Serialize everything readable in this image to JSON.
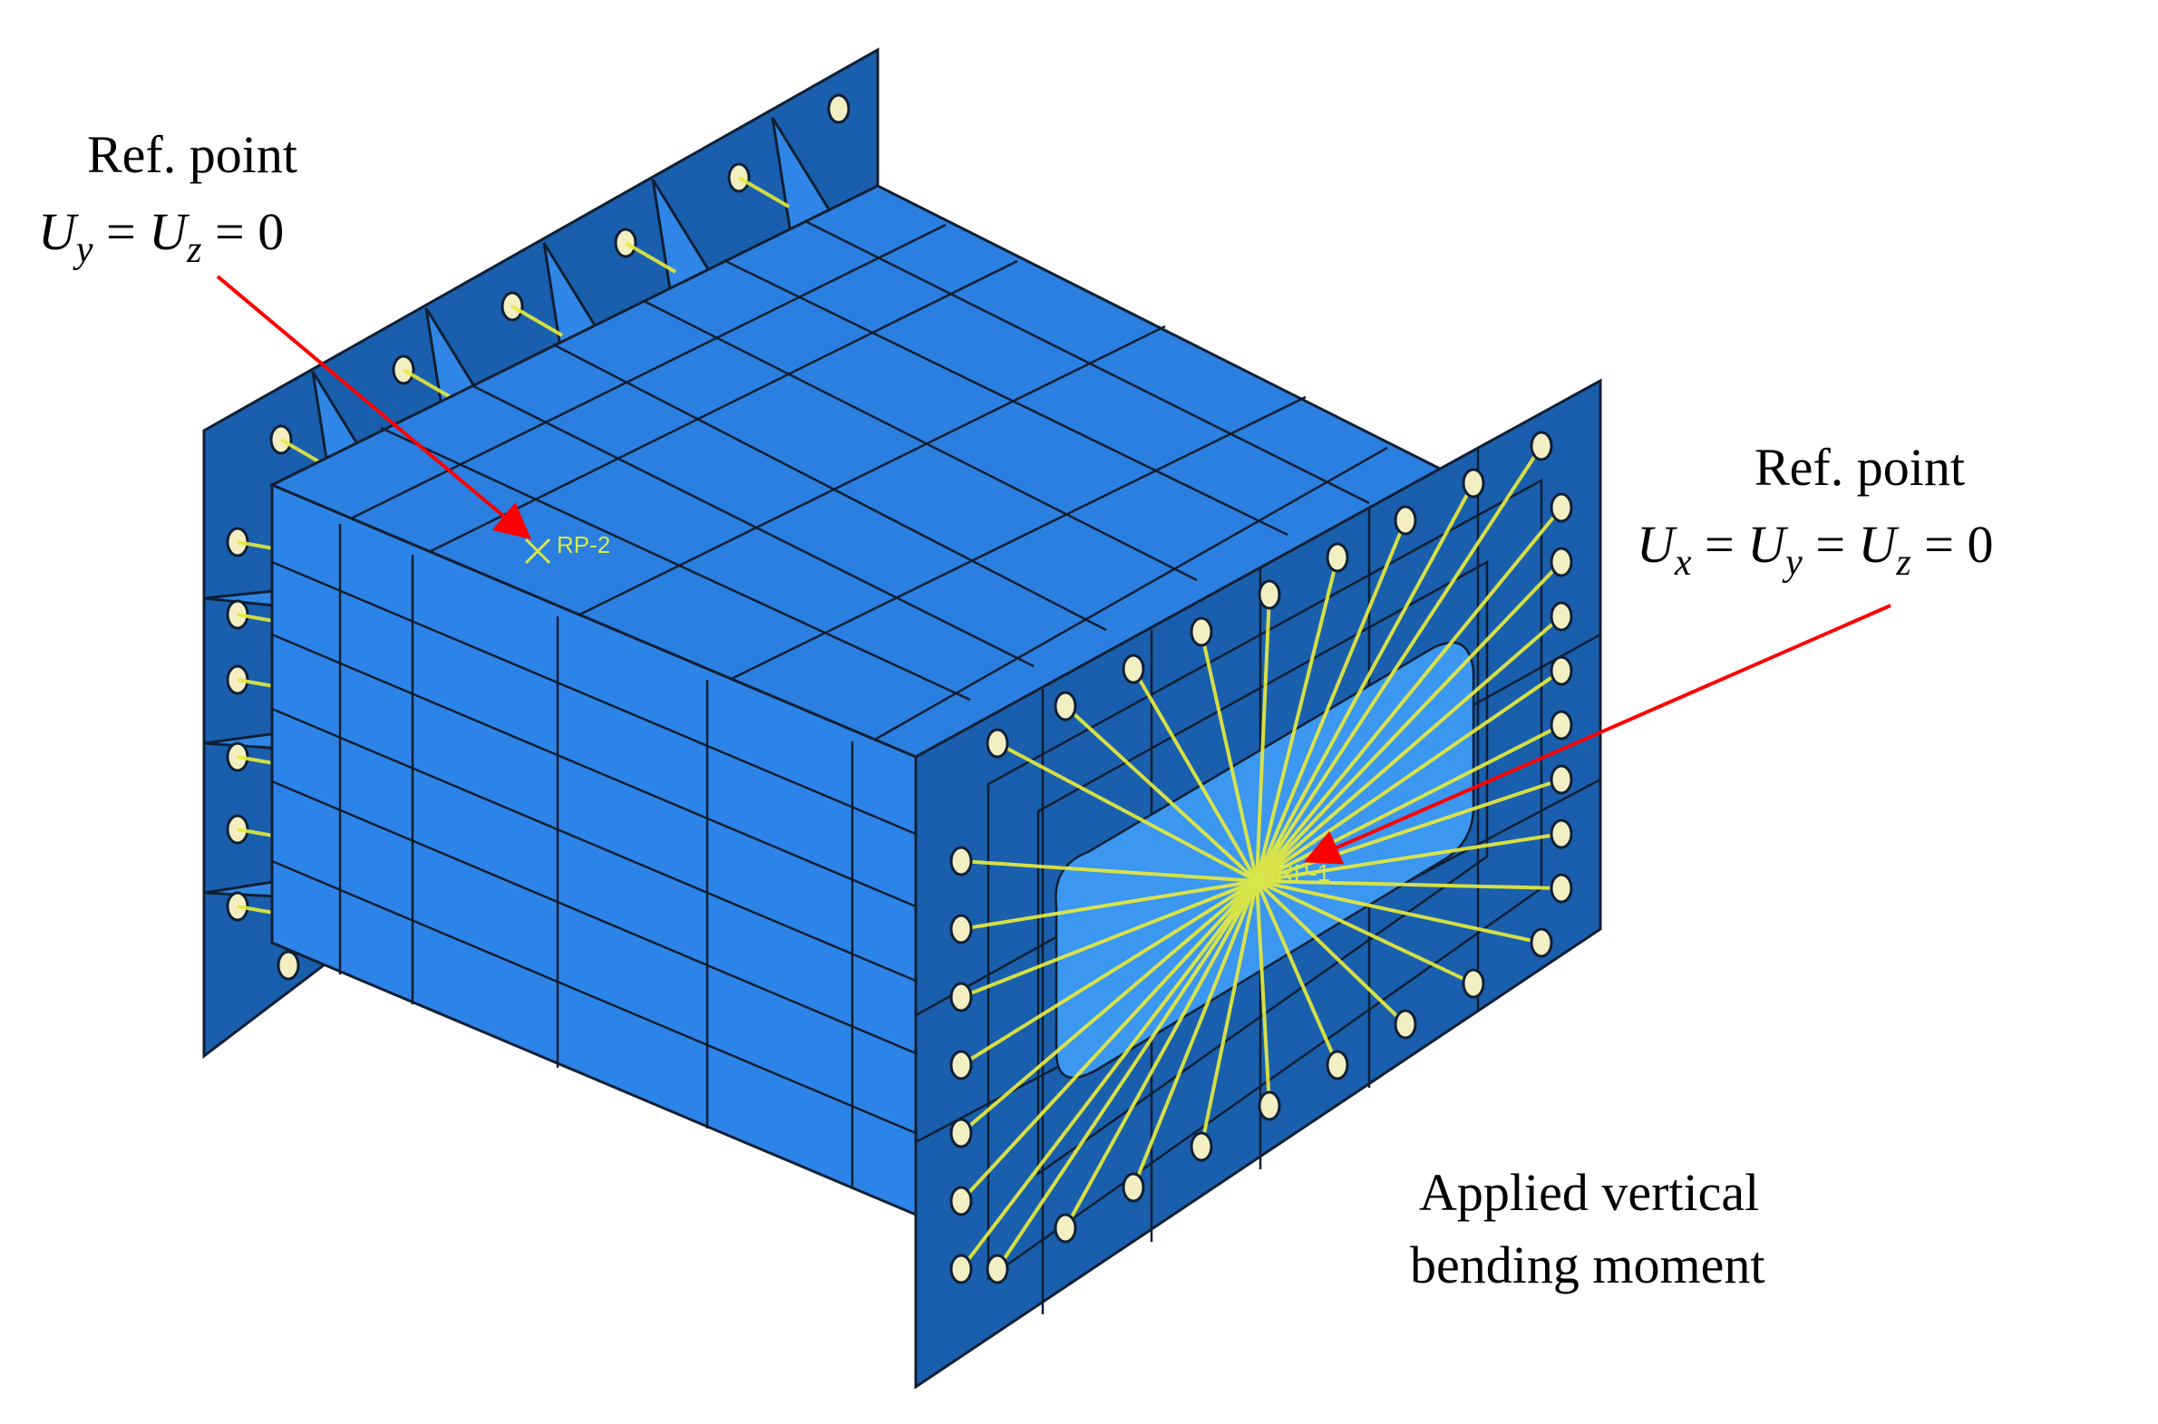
{
  "annotations": {
    "ref_point_left": {
      "title": "Ref. point",
      "constraint": {
        "u1": "U",
        "s1": "y",
        "eq1": " = ",
        "u2": "U",
        "s2": "z",
        "eq2": " = 0"
      }
    },
    "ref_point_right": {
      "title": "Ref. point",
      "constraint": {
        "u1": "U",
        "s1": "x",
        "eq1": " = ",
        "u2": "U",
        "s2": "y",
        "eq2": " = ",
        "u3": "U",
        "s3": "z",
        "eq3": " = 0"
      }
    },
    "load_label": {
      "line1": "Applied vertical",
      "line2": "bending moment"
    }
  },
  "reference_points": {
    "rp2": "RP-2",
    "rp1": "RP-1"
  },
  "colors": {
    "top_face": "#2a7fe0",
    "side_face": "#2d84e8",
    "plate": "#1a5fae",
    "plate_dark": "#154f94",
    "edge": "#0f1f33",
    "spoke": "#e6ea3c",
    "bolt": "#f3efc2",
    "arrow": "#ff0000",
    "rp_mark": "#d8e84a"
  }
}
